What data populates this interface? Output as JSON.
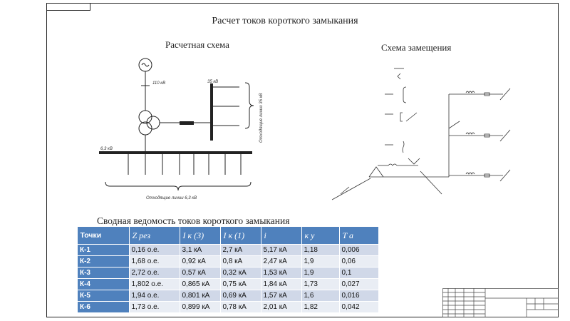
{
  "title": "Расчет токов короткого замыкания",
  "left_panel_title": "Расчетная схема",
  "right_panel_title": "Схема замещения",
  "table_title": "Сводная ведомость токов короткого замыкания",
  "table": {
    "header_first": "Точки",
    "columns": [
      "Z рез",
      "I к (3)",
      "I к (1)",
      "i",
      "к у",
      "T а"
    ],
    "rows": [
      {
        "point": "К-1",
        "cells": [
          "0,16 о.е.",
          "3,1 кА",
          "2,7 кА",
          "5,17 кА",
          "1,18",
          "0,006"
        ]
      },
      {
        "point": "К-2",
        "cells": [
          "1,68 о.е.",
          "0,92 кА",
          "0,8 кА",
          "2,47 кА",
          "1,9",
          "0,06"
        ]
      },
      {
        "point": "К-3",
        "cells": [
          "2,72 о.е.",
          "0,57 кА",
          "0,32 кА",
          "1,53 кА",
          "1,9",
          "0,1"
        ]
      },
      {
        "point": "К-4",
        "cells": [
          "1,802 о.е.",
          "0,865 кА",
          "0,75 кА",
          "1,84 кА",
          "1,73",
          "0,027"
        ]
      },
      {
        "point": "К-5",
        "cells": [
          "1,94 о.е.",
          "0,801 кА",
          "0,69 кА",
          "1,57 кА",
          "1,6",
          "0,016"
        ]
      },
      {
        "point": "К-6",
        "cells": [
          "1,73 о.е.",
          "0,899 кА",
          "0,78 кА",
          "2,01 кА",
          "1,82",
          "0,042"
        ]
      }
    ]
  },
  "labels": {
    "bus_hv": "110 кВ",
    "bus_mv": "35 кВ",
    "bus_lv": "6,3 кВ",
    "lines_35": "Отходящие линии 35 кВ",
    "lines_6": "Отходящие линии 6,3 кВ"
  }
}
